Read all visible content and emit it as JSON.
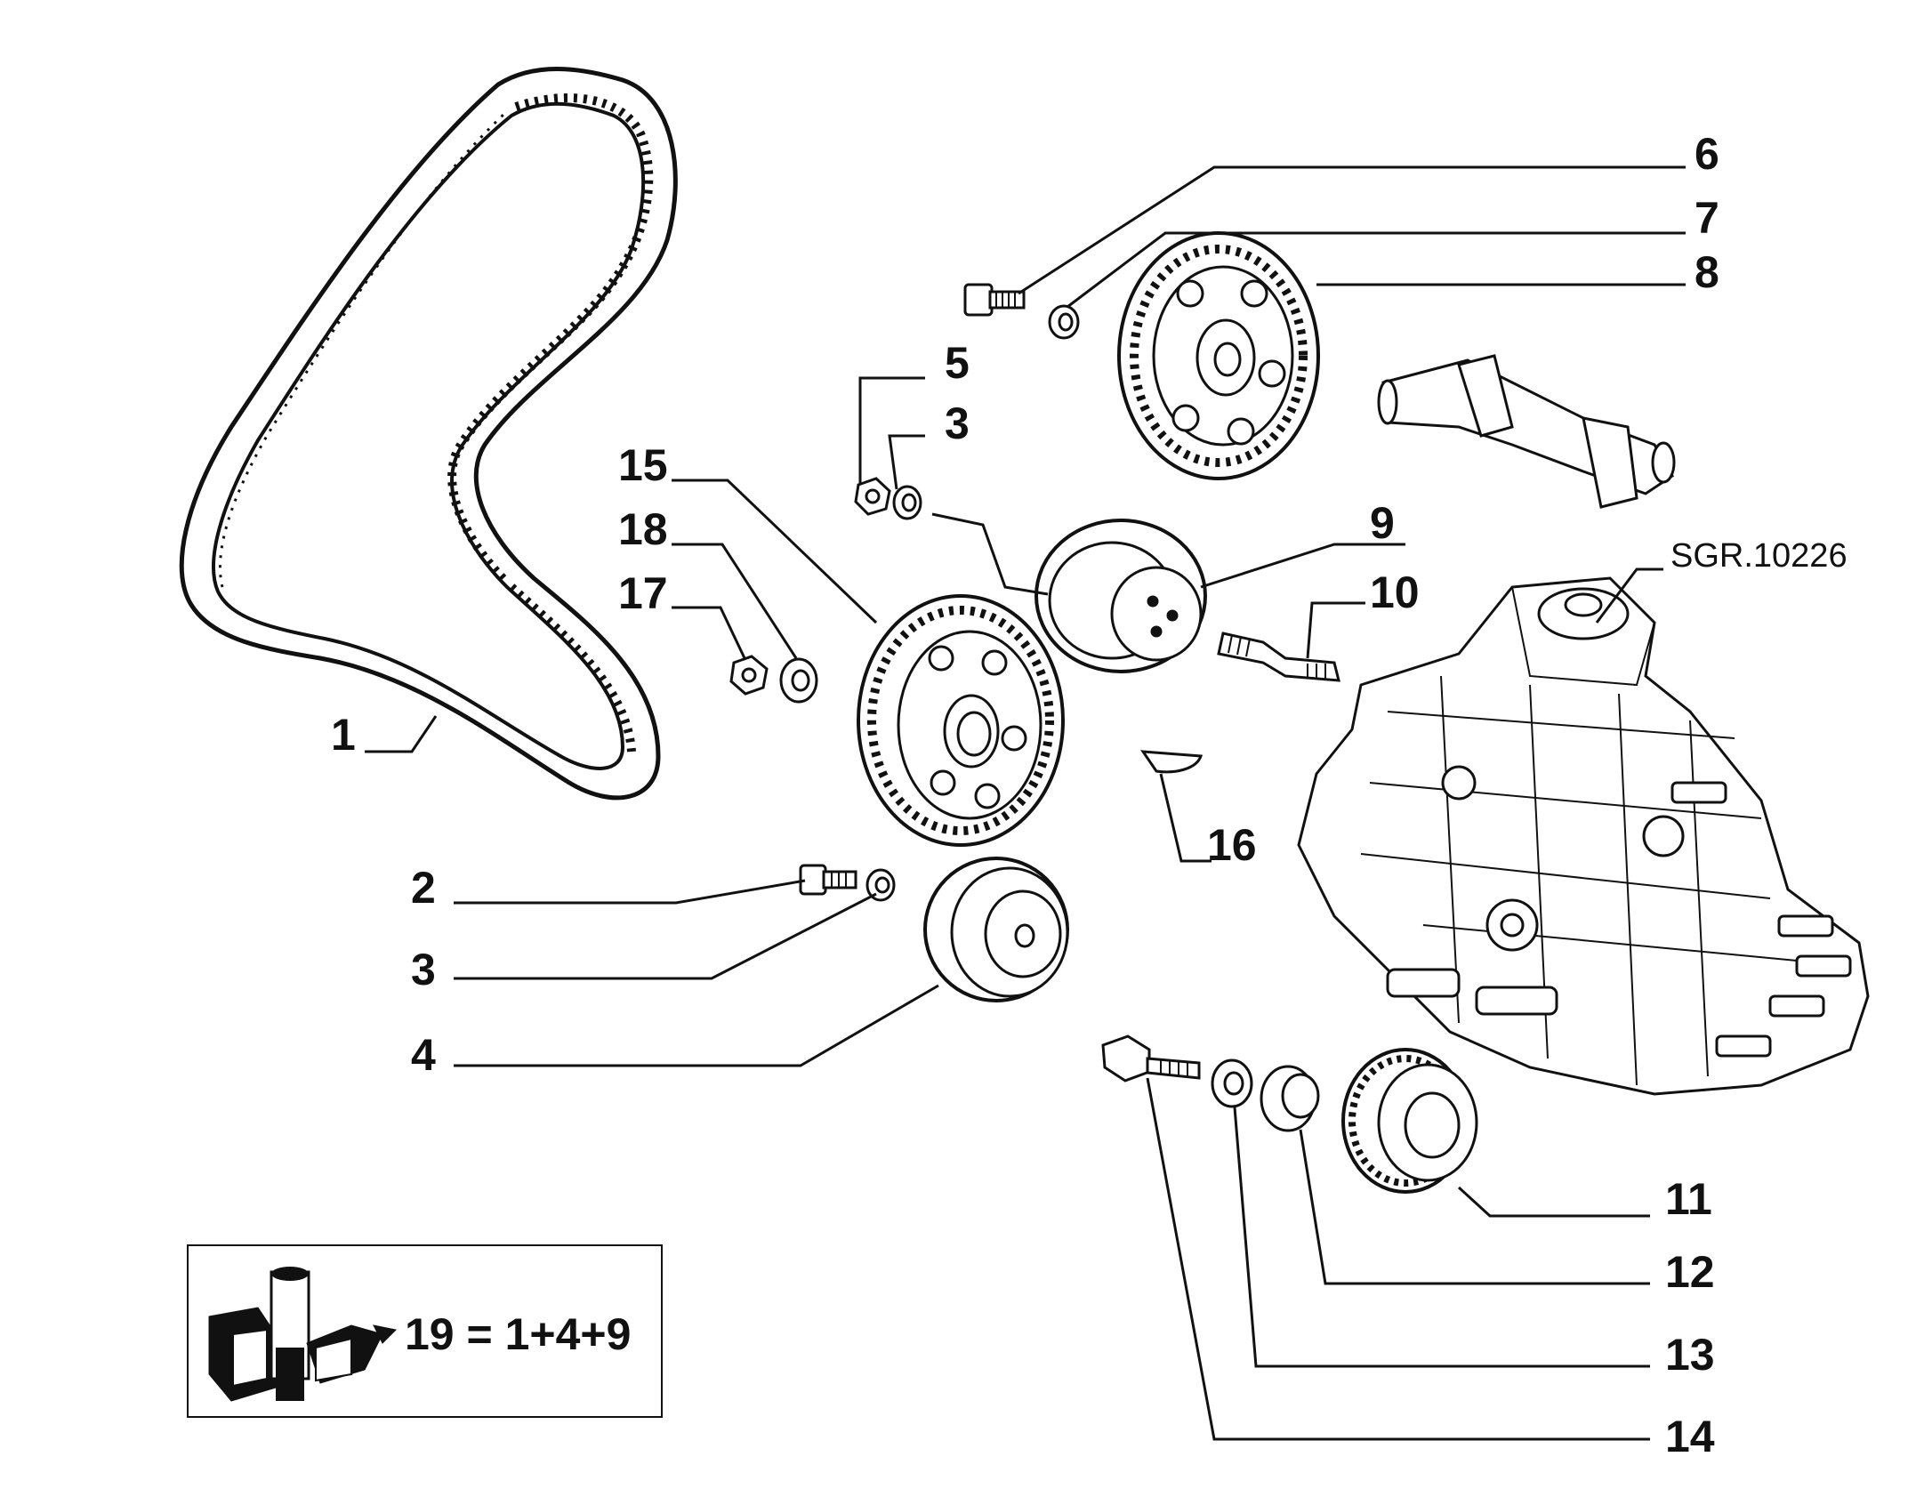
{
  "drawing_ref": "SGR.10226",
  "labels": {
    "p1": "1",
    "p2": "2",
    "p3a": "3",
    "p3b": "3",
    "p4": "4",
    "p5": "5",
    "p6": "6",
    "p7": "7",
    "p8": "8",
    "p9": "9",
    "p10": "10",
    "p11": "11",
    "p12": "12",
    "p13": "13",
    "p14": "14",
    "p15": "15",
    "p16": "16",
    "p17": "17",
    "p18": "18"
  },
  "legend": {
    "kit_text": "19 = 1+4+9"
  },
  "icons": [
    "timing-belt-icon",
    "pulley-icon",
    "injection-pump-icon",
    "camshaft-icon",
    "kit-box-icon"
  ]
}
